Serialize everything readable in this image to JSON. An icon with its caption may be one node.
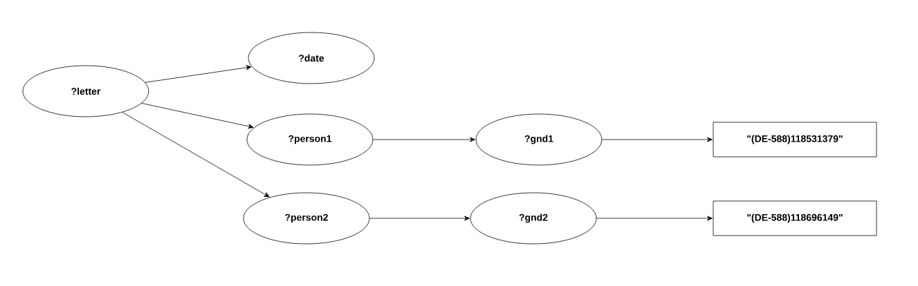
{
  "diagram": {
    "nodes": [
      {
        "text": [
          "?letter"
        ]
      },
      {
        "text": [
          "?date"
        ]
      },
      {
        "text": [
          "?person1"
        ]
      },
      {
        "text": [
          "?gnd1"
        ]
      },
      {
        "text": [
          "\"(DE-588)118531379\""
        ]
      },
      {
        "text": [
          "?person2"
        ]
      },
      {
        "text": [
          "?gnd2"
        ]
      },
      {
        "text": [
          "\"(DE-588)118696149\""
        ]
      }
    ],
    "edges": [
      {
        "from": 0,
        "to": 1,
        "arrow": "to"
      },
      {
        "from": 0,
        "to": 2,
        "arrow": "to"
      },
      {
        "from": 0,
        "to": 5,
        "arrow": "to"
      },
      {
        "from": 2,
        "to": 3,
        "arrow": "to"
      },
      {
        "from": 3,
        "to": 4,
        "arrow": "to"
      },
      {
        "from": 5,
        "to": 6,
        "arrow": "to"
      },
      {
        "from": 6,
        "to": 7,
        "arrow": "to"
      }
    ]
  }
}
